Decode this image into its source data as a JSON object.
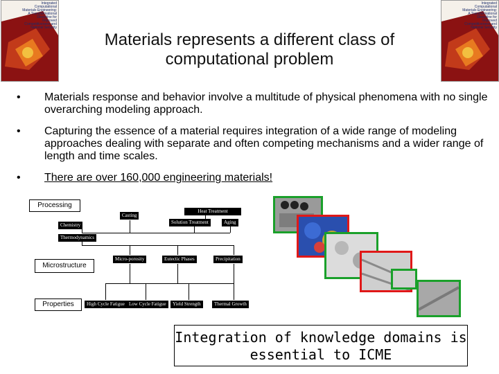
{
  "slide": {
    "title": "Materials represents a different class of computational problem",
    "bullets": [
      "Materials response and behavior involve a multitude of physical phenomena with no single overarching modeling approach.",
      "Capturing the essence of a material requires integration of a wide range of modeling approaches dealing with separate and often competing mechanisms and a wider range of length and time scales.",
      "There are over 160,000 engineering materials!"
    ],
    "bullet_marker": "•"
  },
  "book_cover": {
    "text": "Integrated Computational Materials Engineering: A Transformational Discipline for Improved Competitiveness and National Security",
    "colors": {
      "background": "#7a1010",
      "text": "#1a2c6b"
    }
  },
  "diagram": {
    "side_boxes": {
      "processing": "Processing",
      "microstructure": "Microstructure",
      "properties": "Properties"
    },
    "nodes": {
      "casting": "Casting",
      "heat_treatment": "Heat Treatment",
      "solution_treatment": "Solution Treatment",
      "aging": "Aging",
      "chemistry": "Chemistry",
      "thermodynamics": "Thermodynamics",
      "micro_porosity": "Micro-porosity",
      "eutectic_phases": "Eutectic Phases",
      "precipitation": "Precipitation",
      "high_cycle_fatigue": "High Cycle Fatigue",
      "low_cycle_fatigue": "Low Cycle Fatigue",
      "yield_strength": "Yield Strength",
      "thermal_growth": "Thermal Growth"
    },
    "image_frame_colors": [
      "#1aa02a",
      "#e01818"
    ]
  },
  "footer": {
    "text": "Integration of knowledge domains is essential to ICME"
  }
}
